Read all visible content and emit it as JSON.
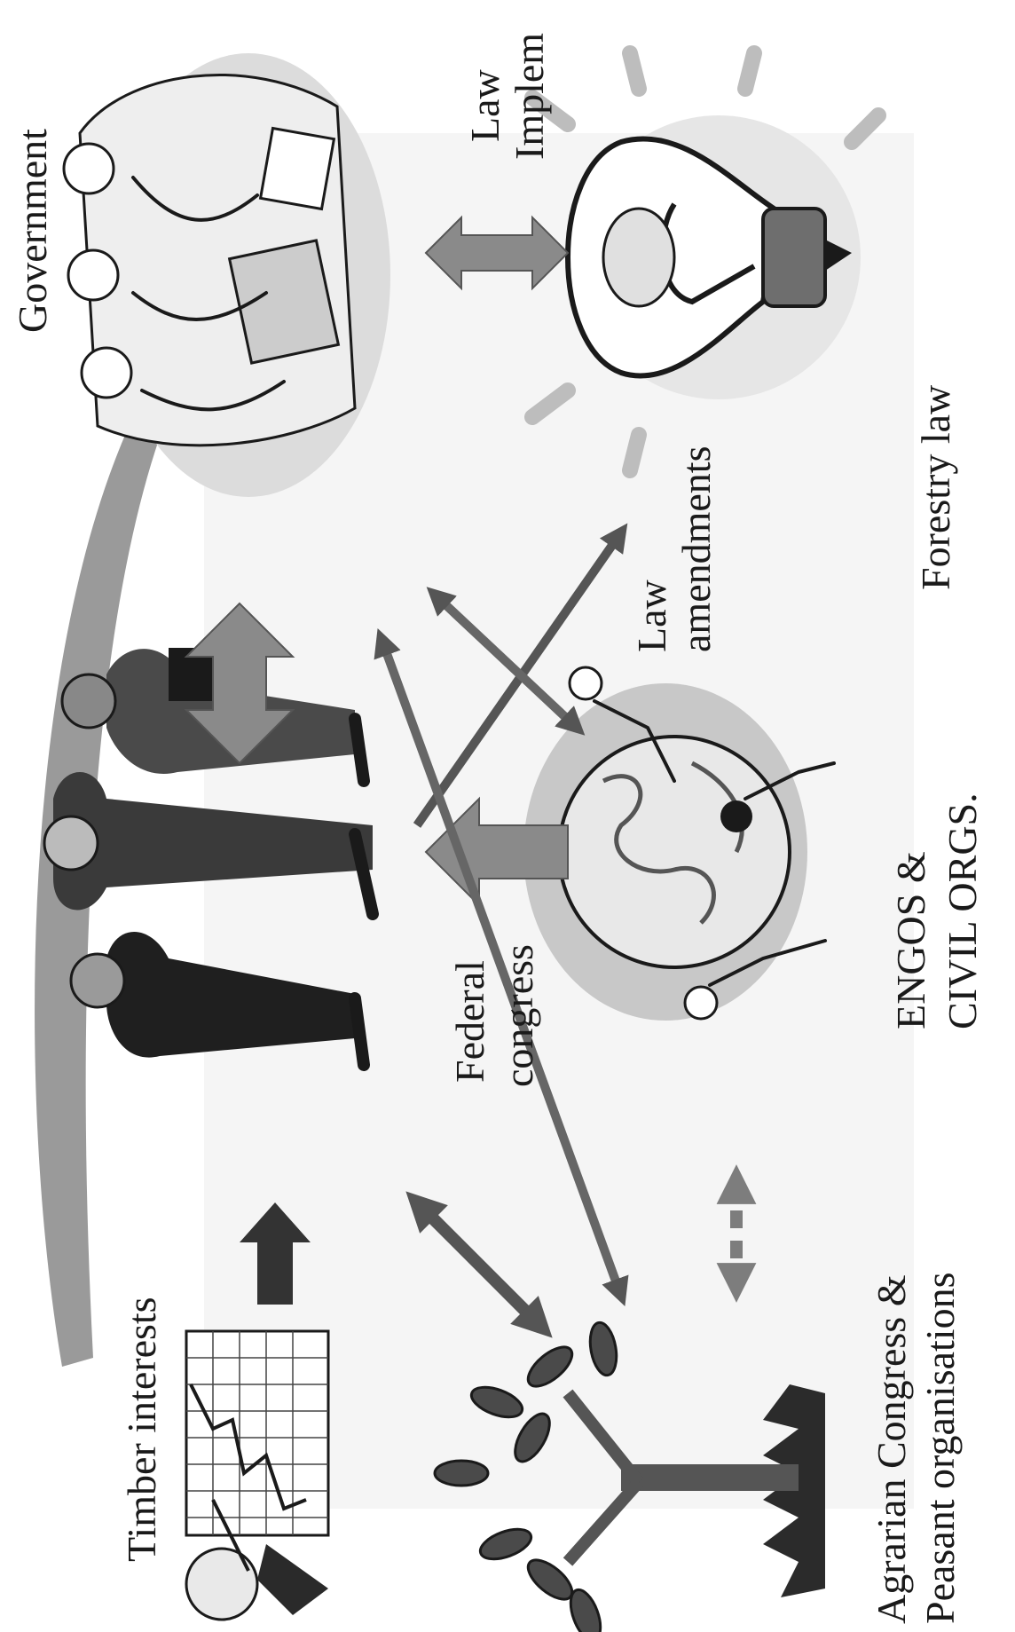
{
  "diagram": {
    "labels": {
      "timber": "Timber interests",
      "government": "Government",
      "law_implem_1": "Law",
      "law_implem_2": "Implem",
      "forestry_law": "Forestry law",
      "law_amend_1": "Law",
      "law_amend_2": "amendments",
      "federal_1": "Federal",
      "federal_2": "congress",
      "engos_1": "ENGOS &",
      "engos_2": "CIVIL ORGS.",
      "agrarian_1": "Agrarian Congress &",
      "agrarian_2": "Peasant organisations"
    },
    "icons": {
      "timber": "man-with-rising-chart-icon",
      "government": "officials-at-meeting-table-icon",
      "forestry_law": "lightbulb-with-tree-icon",
      "federal_congress": "three-businessmen-icon",
      "engos": "people-around-globe-icon",
      "agrarian": "tree-sapling-with-grass-icon"
    },
    "colors": {
      "text": "#1a1a1a",
      "arrow_dark": "#555555",
      "arrow_mid": "#7d7d7d",
      "arrow_light": "#9a9a9a",
      "backdrop": "#eeeeee"
    }
  }
}
